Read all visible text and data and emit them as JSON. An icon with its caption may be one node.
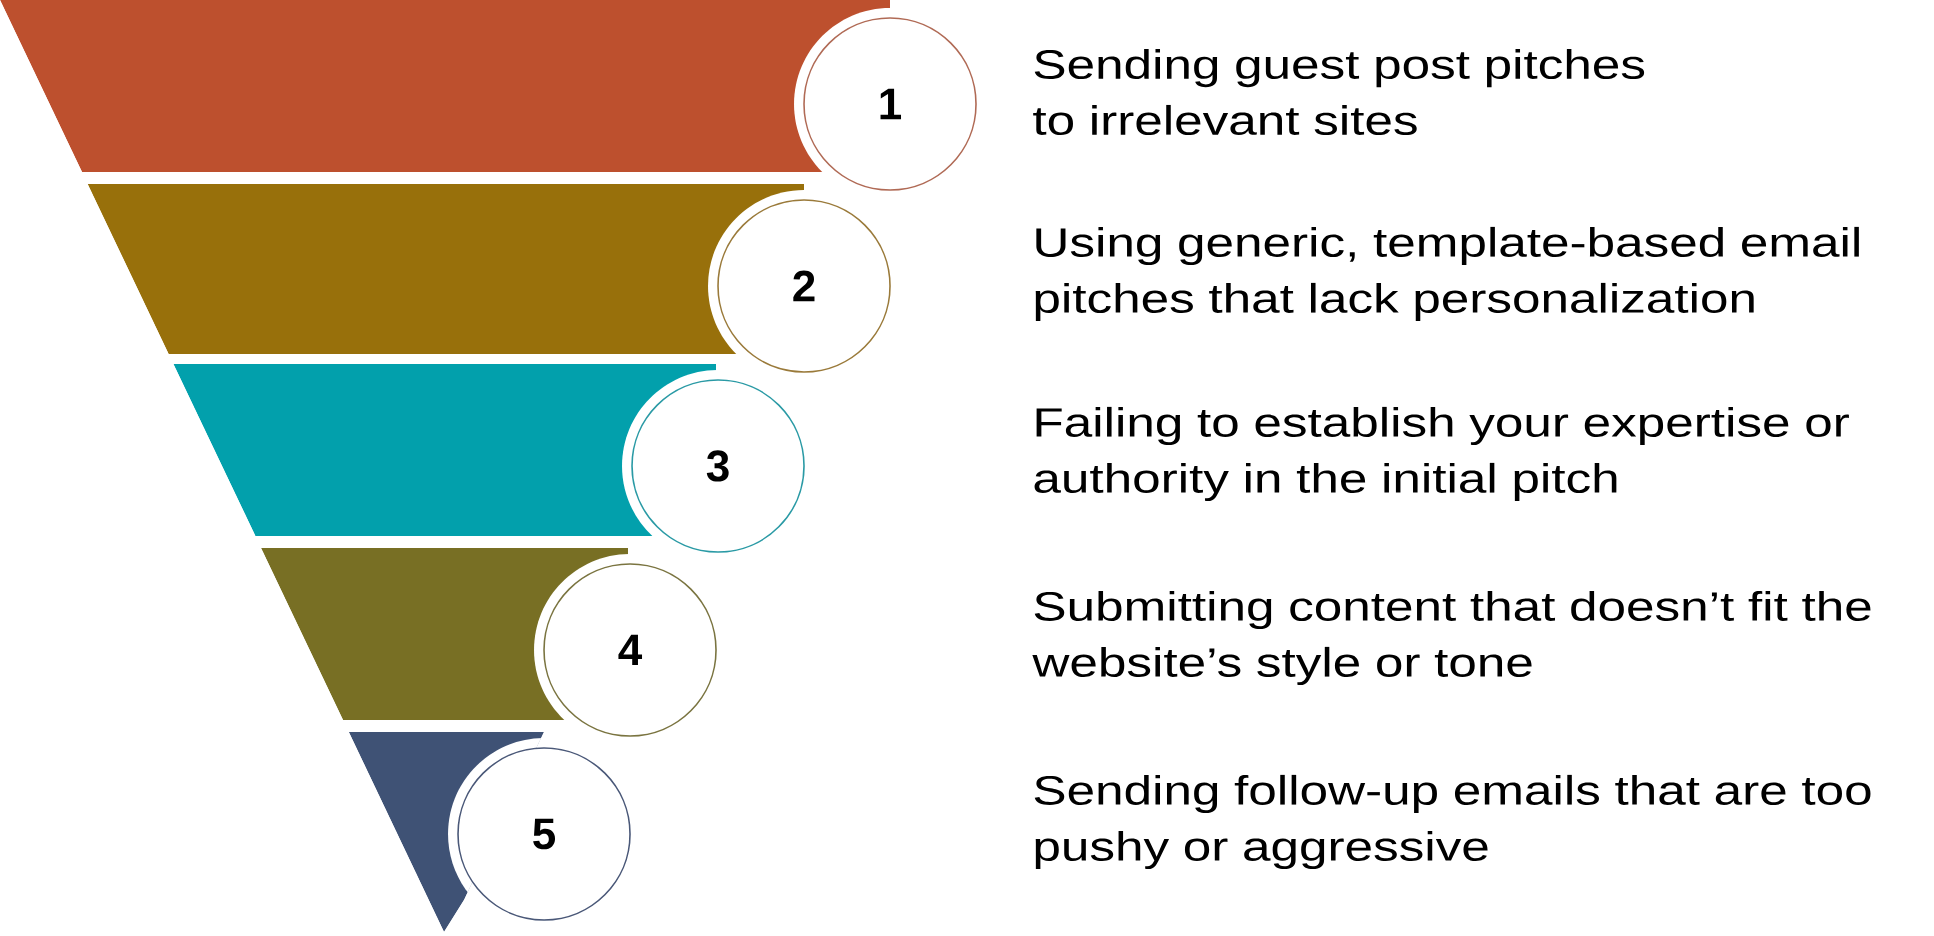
{
  "diagram": {
    "nodes": [
      {
        "text": [
          "1"
        ]
      },
      {
        "text": [
          "2"
        ]
      },
      {
        "text": [
          "3"
        ]
      },
      {
        "text": [
          "4"
        ]
      },
      {
        "text": [
          "5"
        ]
      }
    ],
    "labels": [
      "Sending guest post pitches to irrelevant sites",
      "Using generic, template-based email pitches that lack personalization",
      "Failing to establish your expertise or authority in the initial pitch",
      "Submitting content that doesn’t fit the website’s style or tone",
      "Sending follow-up emails that are too pushy or aggressive"
    ]
  }
}
